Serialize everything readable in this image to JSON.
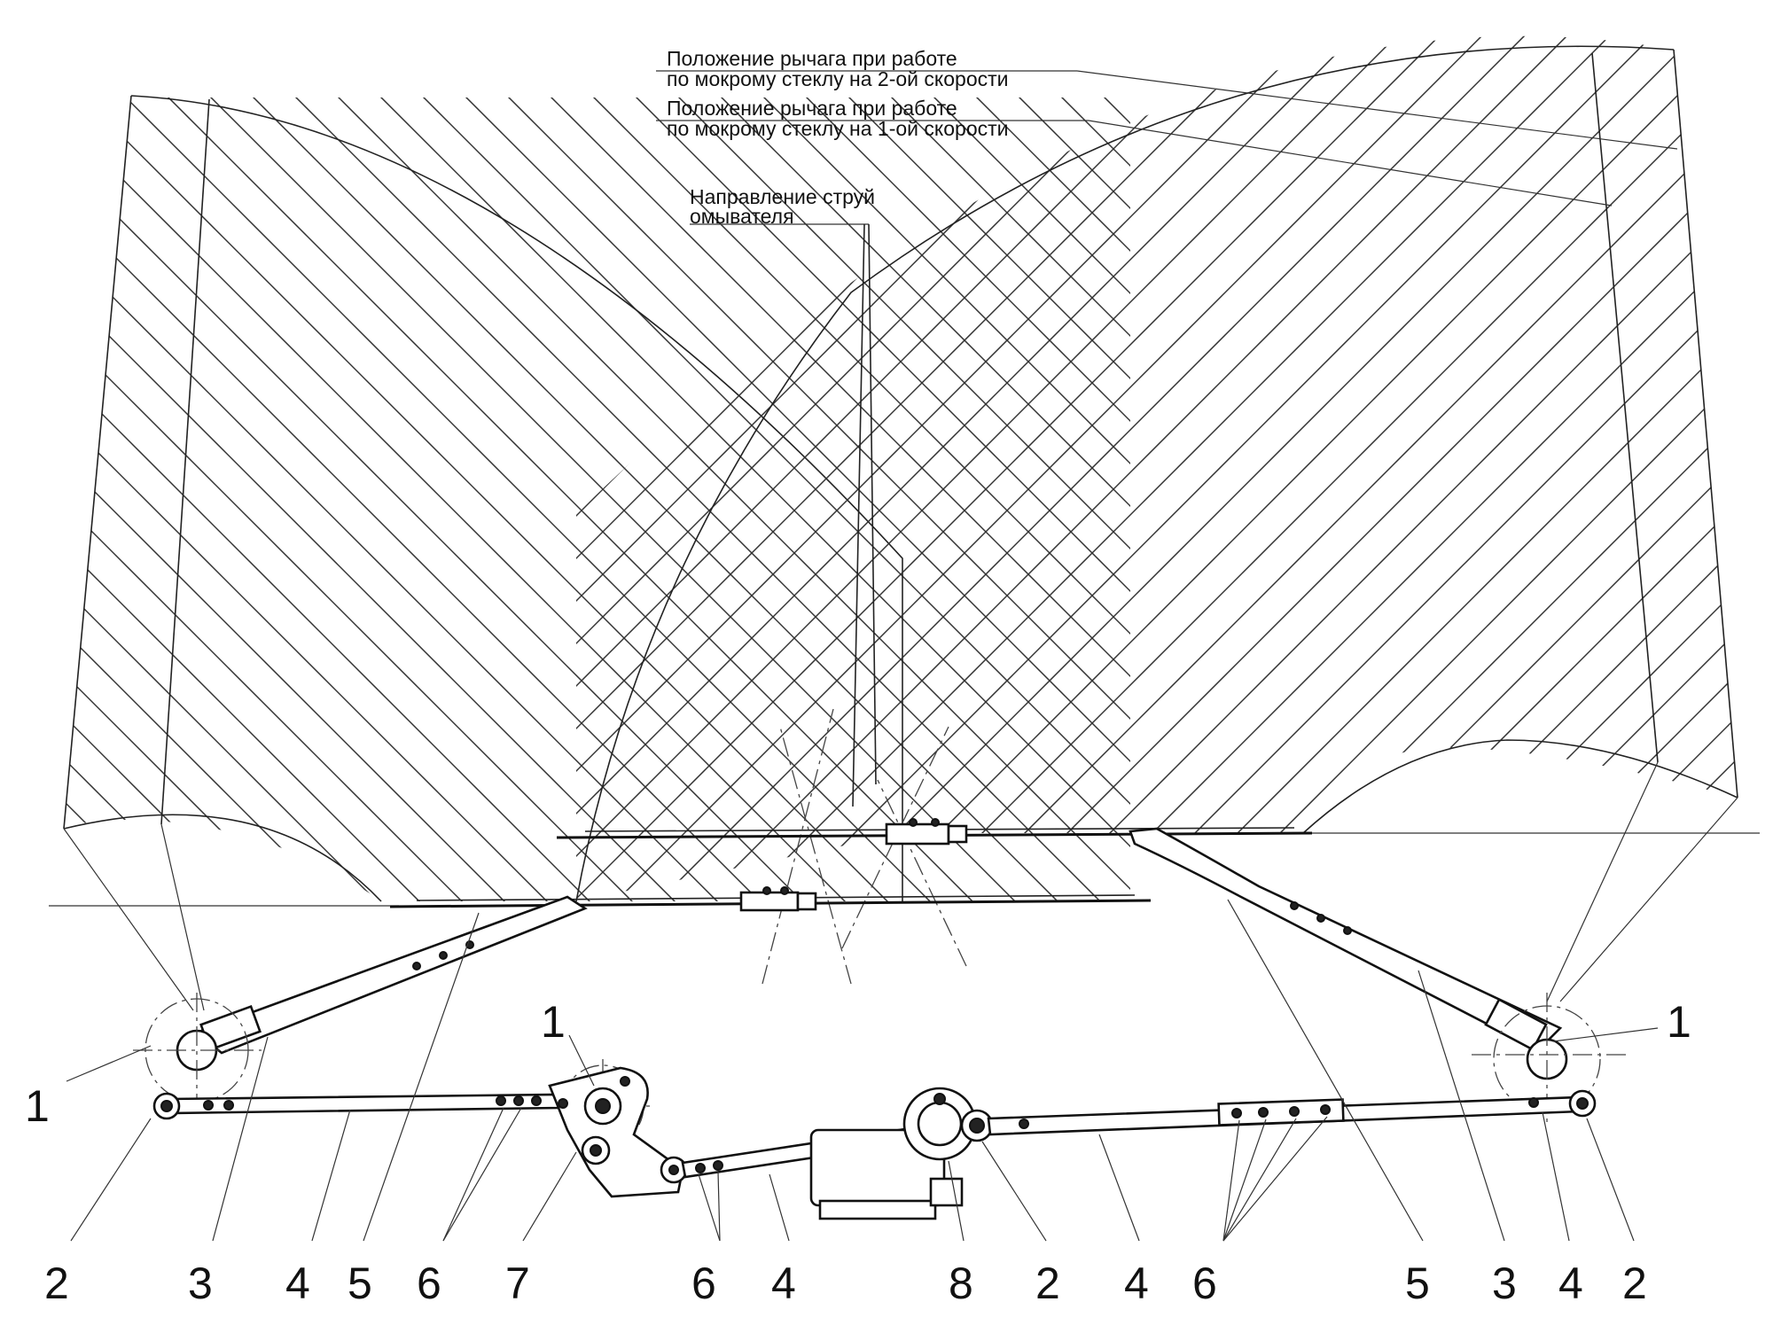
{
  "annotations": {
    "speed2_line1": "Положение рычага при  работе",
    "speed2_line2": "по мокрому стеклу на 2-ой скорости",
    "speed1_line1": "Положение рычага при  работе",
    "speed1_line2": "по мокрому стеклу на 1-ой скорости",
    "jets_line1": "Направление струй",
    "jets_line2": "омывателя"
  },
  "callouts": {
    "pivot_left": "1",
    "pivot_center": "1",
    "pivot_right": "1",
    "bottom": [
      "2",
      "3",
      "4",
      "5",
      "6",
      "7",
      "6",
      "4",
      "8",
      "2",
      "4",
      "6",
      "5",
      "3",
      "4",
      "2"
    ]
  }
}
